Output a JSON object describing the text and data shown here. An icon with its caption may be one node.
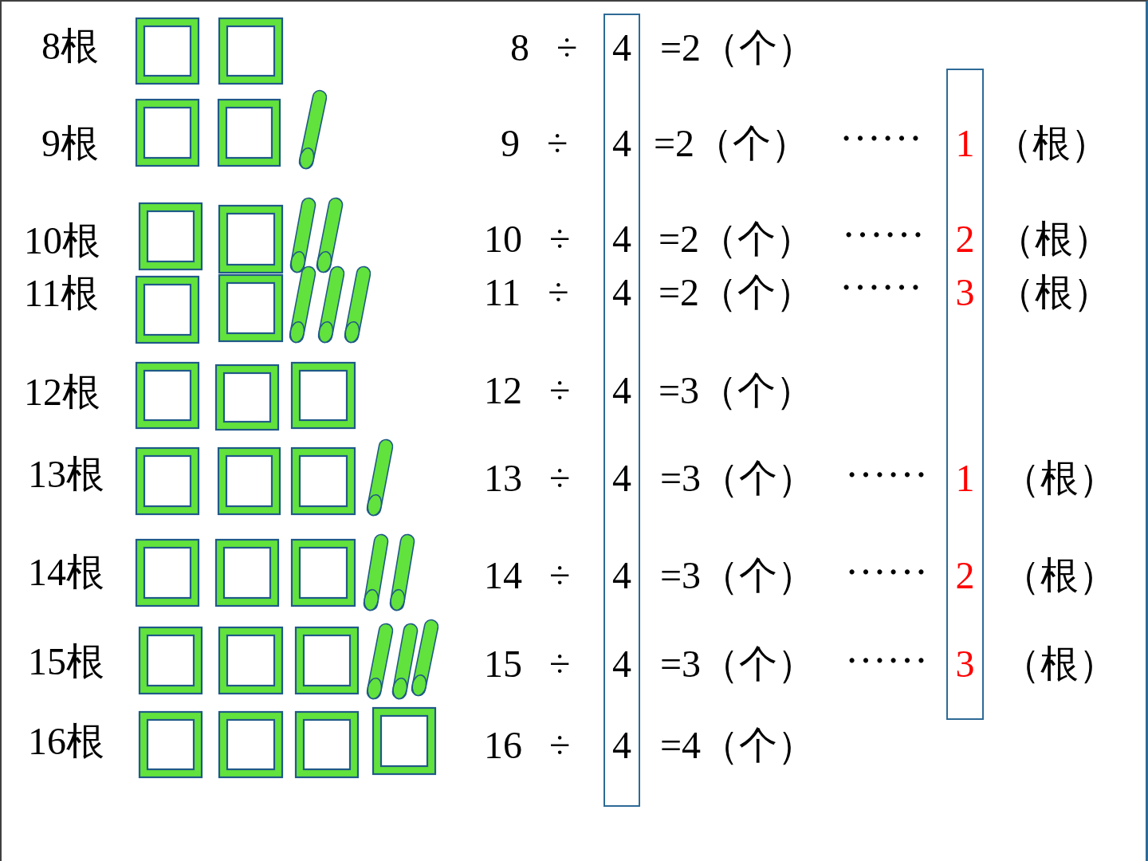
{
  "diagram": {
    "nodes": [
      {
        "text": [
          "4",
          "4",
          "4",
          "4",
          "4",
          "4",
          "4",
          "4",
          "4"
        ]
      },
      {
        "text": [
          "1",
          "2",
          "3",
          "1",
          "2",
          "3"
        ]
      }
    ],
    "labels": [
      "8根",
      "8 ÷",
      "=2（个）",
      "9根",
      "9 ÷",
      "=2（个）",
      "……",
      "（根）",
      "10根",
      "10 ÷",
      "=2（个）",
      "……",
      "（根）",
      "11根",
      "11 ÷",
      "=2（个）",
      "……",
      "（根）",
      "12根",
      "12 ÷",
      "=3（个）",
      "13根",
      "13 ÷",
      "=3（个）",
      "……",
      "（根）",
      "14根",
      "14 ÷",
      "=3（个）",
      "……",
      "（根）",
      "15根",
      "15 ÷",
      "=3（个）",
      "……",
      "（根）",
      "16根",
      "16 ÷",
      "=4（个）"
    ]
  }
}
